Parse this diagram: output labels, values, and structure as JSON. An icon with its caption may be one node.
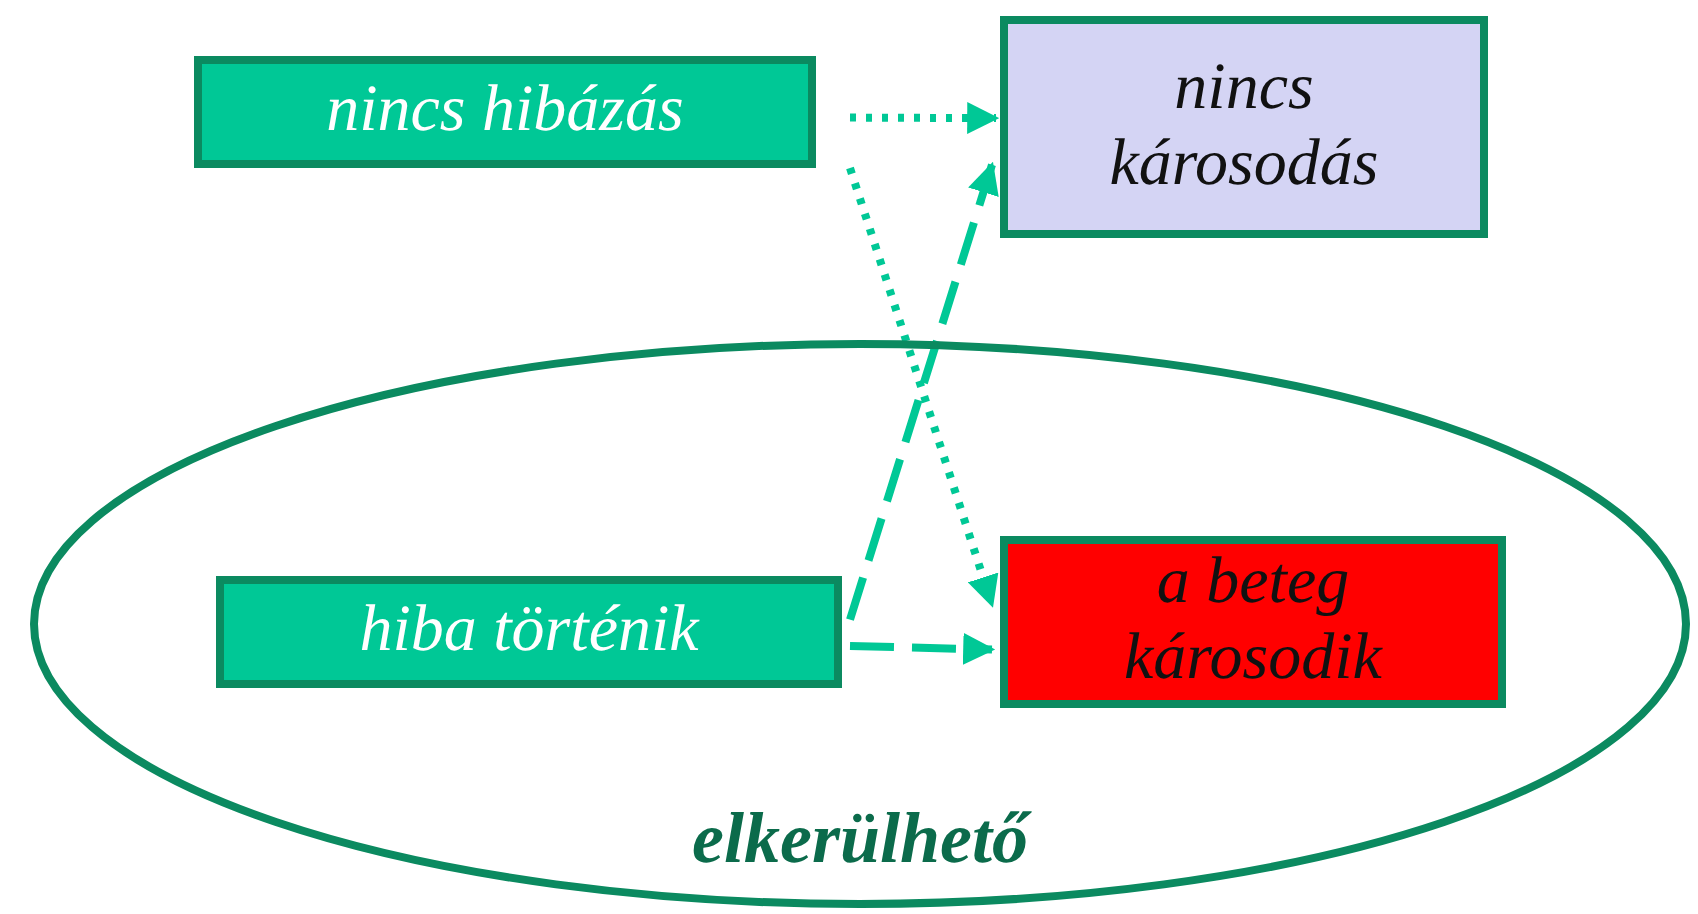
{
  "diagram": {
    "nodes": [
      {
        "text": [
          "elkerülhető"
        ]
      },
      {
        "text": [
          "nincs hibázás"
        ]
      },
      {
        "text": [
          "nincs károsodás"
        ]
      },
      {
        "text": [
          "hiba történik"
        ],
        "in": 0
      },
      {
        "text": [
          "a beteg károsodik"
        ],
        "in": 0
      }
    ],
    "edges": [
      {
        "from": 1,
        "to": 2,
        "arrow": "to"
      },
      {
        "from": 1,
        "to": 4,
        "arrow": "to"
      },
      {
        "from": 3,
        "to": 2,
        "arrow": "to",
        "style": "dashed"
      },
      {
        "from": 3,
        "to": 4,
        "arrow": "to",
        "style": "dashed"
      }
    ]
  }
}
